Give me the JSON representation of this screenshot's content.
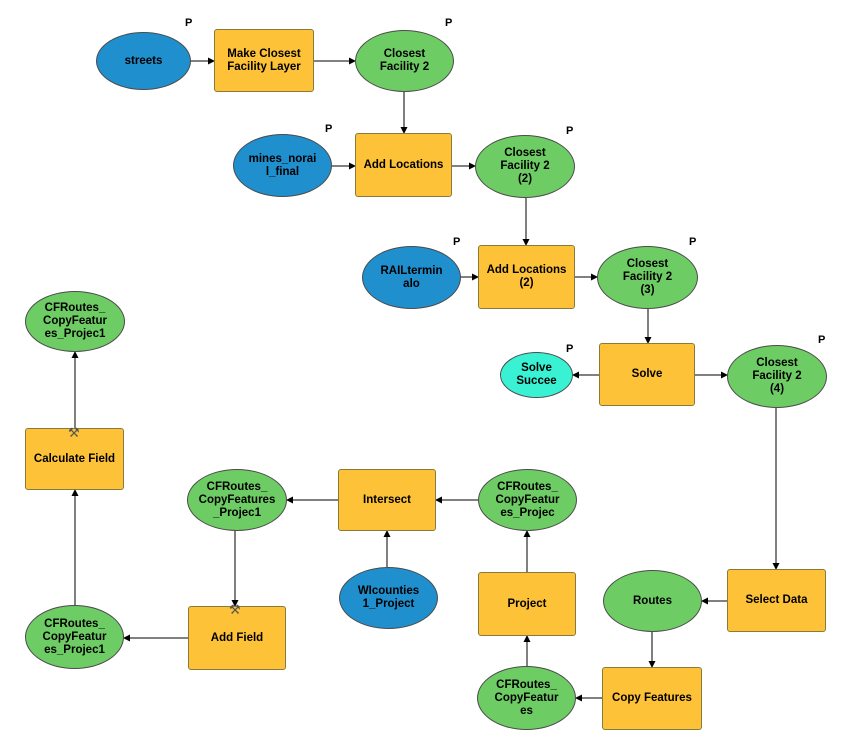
{
  "param_marker": "P",
  "nodes": {
    "streets": "streets",
    "make_cf_layer": "Make Closest\nFacility Layer",
    "cf2": "Closest\nFacility 2",
    "mines": "mines_norai\nl_final",
    "add_loc1": "Add Locations",
    "cf2_2": "Closest\nFacility 2\n(2)",
    "rail": "RAILtermin\nalo",
    "add_loc2": "Add Locations\n(2)",
    "cf2_3": "Closest\nFacility 2\n(3)",
    "solve_succeeded": "Solve\nSuccee",
    "solve": "Solve",
    "cf2_4": "Closest\nFacility 2\n(4)",
    "select_data": "Select Data",
    "routes": "Routes",
    "copy_features": "Copy Features",
    "cfroutes_copyfeatures": "CFRoutes_\nCopyFeatur\nes",
    "project": "Project",
    "cfroutes_projec": "CFRoutes_\nCopyFeatur\nes_Projec",
    "intersect": "Intersect",
    "wicounties": "WIcounties\n1_Project",
    "cfroutes_projec1_a": "CFRoutes_\nCopyFeatures\n_Projec1",
    "add_field": "Add Field",
    "cfroutes_projec1_b": "CFRoutes_\nCopyFeatur\nes_Projec1",
    "calculate_field": "Calculate Field",
    "cfroutes_projec1_c": "CFRoutes_\nCopyFeatur\nes_Projec1"
  },
  "colors": {
    "tool": "#fdc237",
    "input_variable": "#1f8fce",
    "derived_data": "#6dcc64",
    "boolean_output": "#38f2d3"
  }
}
